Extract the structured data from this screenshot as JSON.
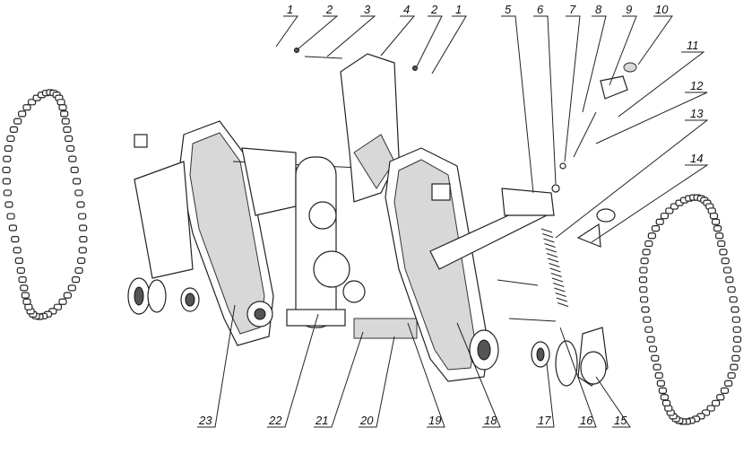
{
  "diagram": {
    "type": "exploded-assembly-drawing",
    "top_callouts": [
      "1",
      "2",
      "3",
      "4",
      "2",
      "1",
      "5",
      "6",
      "7",
      "8",
      "9",
      "10"
    ],
    "right_callouts": [
      "11",
      "12",
      "13",
      "14"
    ],
    "bottom_callouts": [
      "23",
      "22",
      "21",
      "20",
      "19",
      "18",
      "17",
      "16",
      "15"
    ]
  }
}
